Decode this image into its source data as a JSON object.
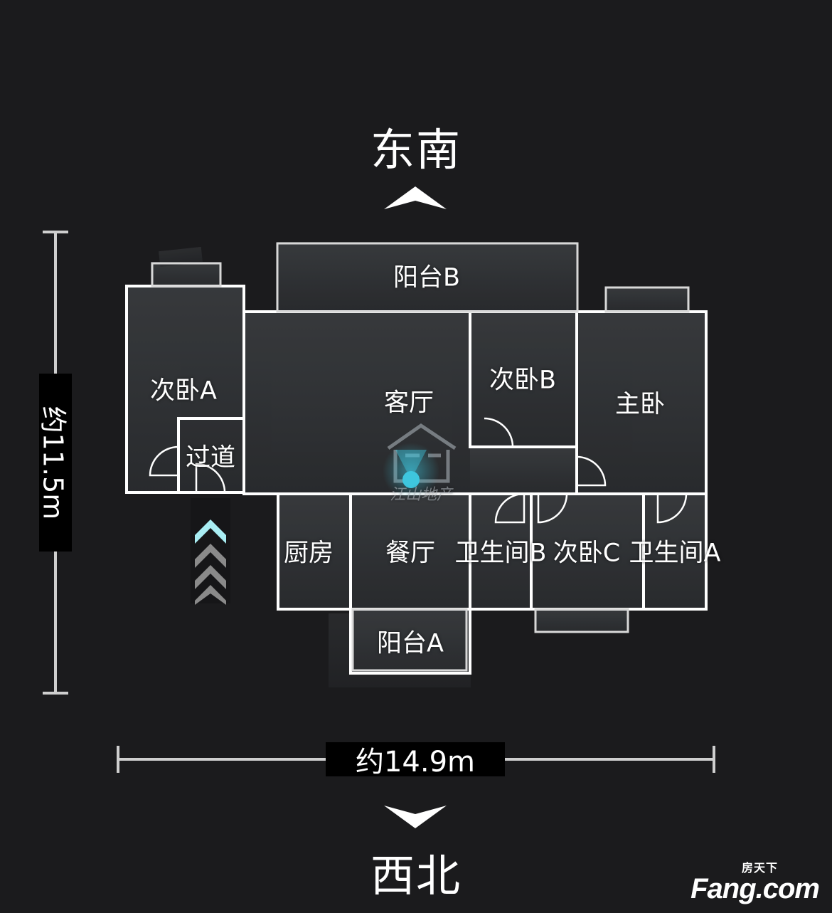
{
  "directions": {
    "top": "东南",
    "bottom": "西北"
  },
  "dimensions": {
    "width": "约14.9m",
    "height": "约11.5m"
  },
  "rooms": {
    "balcony_b": "阳台B",
    "bedroom_a": "次卧A",
    "living_room": "客厅",
    "bedroom_b": "次卧B",
    "master_bedroom": "主卧",
    "corridor": "过道",
    "kitchen": "厨房",
    "dining_room": "餐厅",
    "bathroom_b": "卫生间B",
    "bedroom_c": "次卧C",
    "bathroom_a": "卫生间A",
    "balcony_a": "阳台A"
  },
  "watermark": "江山地产",
  "brand": {
    "cn": "房天下",
    "en": "Fang.com"
  },
  "colors": {
    "background": "#1b1b1d",
    "wall": "#ffffff",
    "position_marker": "#3ec6de",
    "entry_arrow_active": "#a9eef4",
    "entry_arrow_inactive": "#8a8a8a"
  }
}
